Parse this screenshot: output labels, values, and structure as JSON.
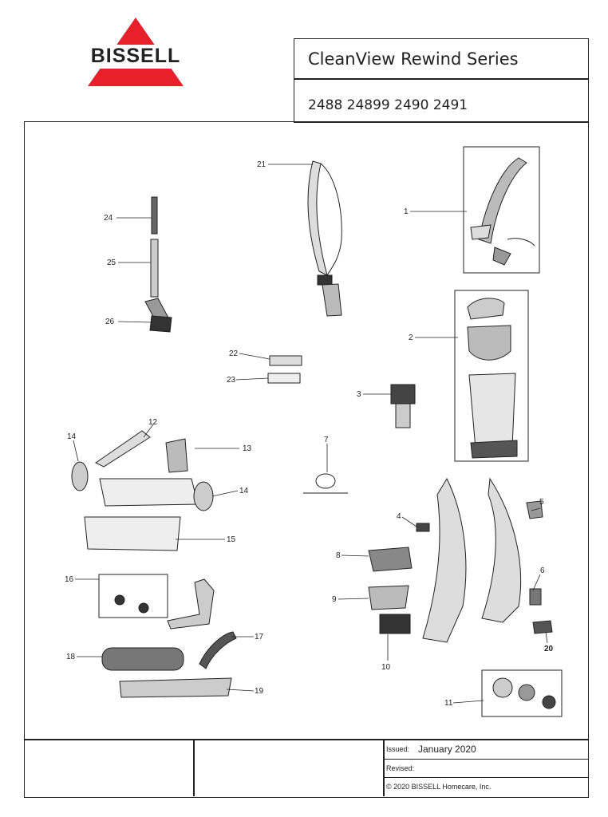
{
  "brand": {
    "name": "BISSELL"
  },
  "header": {
    "series_title": "CleanView Rewind Series",
    "model_numbers": "2488 24899 2490 2491"
  },
  "diagram": {
    "callouts": [
      "1",
      "2",
      "3",
      "4",
      "5",
      "6",
      "7",
      "8",
      "9",
      "10",
      "11",
      "12",
      "13",
      "14",
      "14",
      "15",
      "16",
      "17",
      "18",
      "19",
      "20",
      "21",
      "22",
      "23",
      "24",
      "25",
      "26"
    ]
  },
  "footer": {
    "issued_label": "Issued:",
    "issued_value": "January 2020",
    "revised_label": "Revised:",
    "copyright": "© 2020 BISSELL Homecare, Inc."
  }
}
